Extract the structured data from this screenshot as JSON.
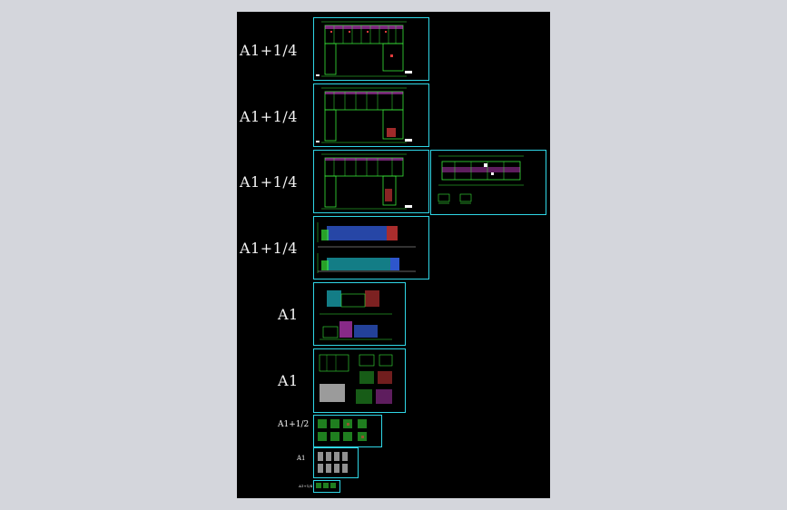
{
  "sheet_labels": [
    "A1+1/4",
    "A1+1/4",
    "A1+1/4",
    "A1+1/4",
    "A1",
    "A1",
    "A1+1/2",
    "A1",
    "A1+1/4"
  ],
  "colors": {
    "background": "#000000",
    "border": "#2fd6e6",
    "linework": "#39e639",
    "accent_red": "#e23c3c",
    "accent_magenta": "#d040d0",
    "accent_blue": "#3a6cff",
    "accent_cyan": "#20d0e0"
  }
}
